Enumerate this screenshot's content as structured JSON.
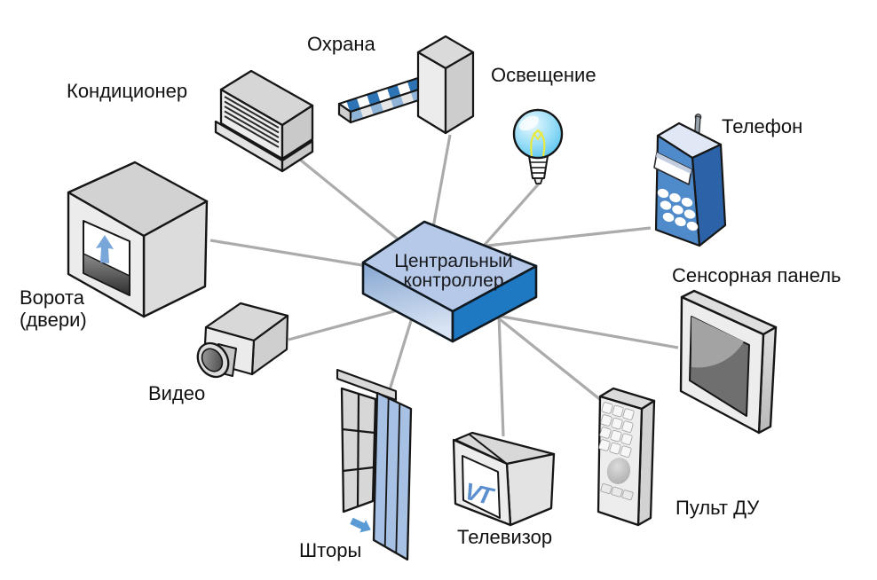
{
  "controller": {
    "label": "Центральный контроллер"
  },
  "devices": {
    "security": {
      "label": "Охрана"
    },
    "air_conditioner": {
      "label": "Кондиционер"
    },
    "lighting": {
      "label": "Освещение"
    },
    "phone": {
      "label": "Телефон"
    },
    "touch_panel": {
      "label": "Сенсорная панель"
    },
    "gate": {
      "label": "Ворота (двери)"
    },
    "video": {
      "label": "Видео"
    },
    "curtains": {
      "label": "Шторы"
    },
    "tv": {
      "label": "Телевизор",
      "screen_text": "VT"
    },
    "remote": {
      "label": "Пульт ДУ"
    }
  },
  "edges": [
    {
      "from": "central_controller",
      "to": "security"
    },
    {
      "from": "central_controller",
      "to": "air_conditioner"
    },
    {
      "from": "central_controller",
      "to": "lighting"
    },
    {
      "from": "central_controller",
      "to": "phone"
    },
    {
      "from": "central_controller",
      "to": "touch_panel"
    },
    {
      "from": "central_controller",
      "to": "gate"
    },
    {
      "from": "central_controller",
      "to": "video"
    },
    {
      "from": "central_controller",
      "to": "curtains"
    },
    {
      "from": "central_controller",
      "to": "tv"
    },
    {
      "from": "central_controller",
      "to": "remote"
    }
  ],
  "colors": {
    "controller_top": "#b7c9e8",
    "controller_front": "#1e78c2",
    "device_blue": "#4f8aca",
    "stripe_blue": "#2e74b5",
    "curtain_blue": "#a6c1e3",
    "arrow_blue": "#5b9bd5",
    "bulb_blue": "#41bbec",
    "line_gray": "#ababab",
    "outline": "#161616"
  }
}
